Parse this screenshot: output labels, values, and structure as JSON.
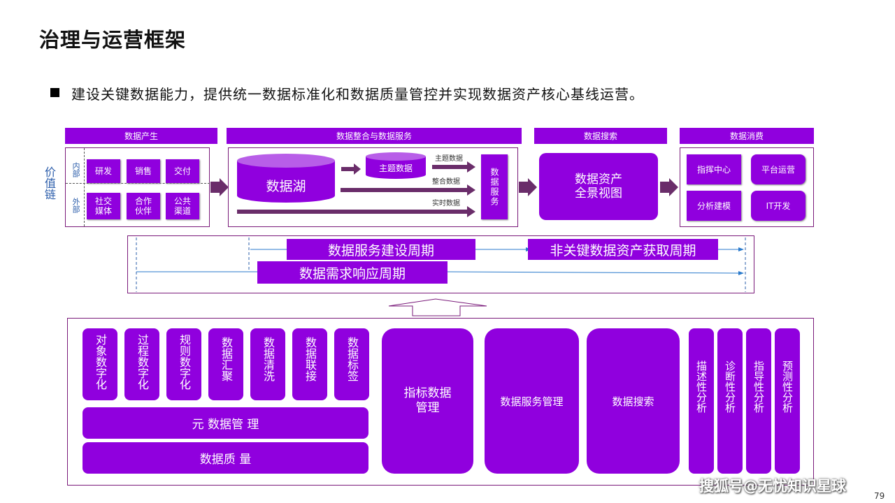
{
  "title": "治理与运营框架",
  "subtitle": "建设关键数据能力，提供统一数据标准化和数据质量管控并实现数据资产核心基线运营。",
  "headers": {
    "production": "数据产生",
    "integration": "数据整合与数据服务",
    "search": "数据搜索",
    "consumption": "数据消费"
  },
  "value_chain": "价值链",
  "internal": "内部",
  "external": "外部",
  "internal_items": [
    "研发",
    "销售",
    "交付"
  ],
  "external_items": [
    "社交媒体",
    "合作伙伴",
    "公共渠道"
  ],
  "lake": "数据湖",
  "topic_data_box": "主题数据",
  "flow_labels": {
    "topic": "主题数据",
    "integrated": "整合数据",
    "realtime": "实时数据"
  },
  "data_service_box": "数据服务",
  "asset_view": {
    "line1": "数据资产",
    "line2": "全景视图"
  },
  "consumption_items": [
    "指挥中心",
    "平台运营",
    "分析建模",
    "IT开发"
  ],
  "cycles": {
    "service_build": "数据服务建设周期",
    "non_key_asset": "非关键数据资产获取周期",
    "demand_response": "数据需求响应周期"
  },
  "bottom": {
    "small_columns": [
      "对象数字化",
      "过程数字化",
      "规则数字化",
      "数据汇聚",
      "数据清洗",
      "数据联接",
      "数据标签"
    ],
    "metadata_bar": "元 数据管 理",
    "quality_bar": "数据质 量",
    "indicator": {
      "line1": "指标数据",
      "line2": "管理"
    },
    "service_mgmt": "数据服务管理",
    "data_search": "数据搜索",
    "analysis": [
      "描述性分析",
      "诊断性分析",
      "指导性分析",
      "预测性分析"
    ]
  },
  "watermark": "搜狐号@无忧知识星球",
  "page_number": "79",
  "colors": {
    "accent": "#9000DE",
    "border": "#7a1a7a",
    "arrow": "#6a2d6a"
  }
}
